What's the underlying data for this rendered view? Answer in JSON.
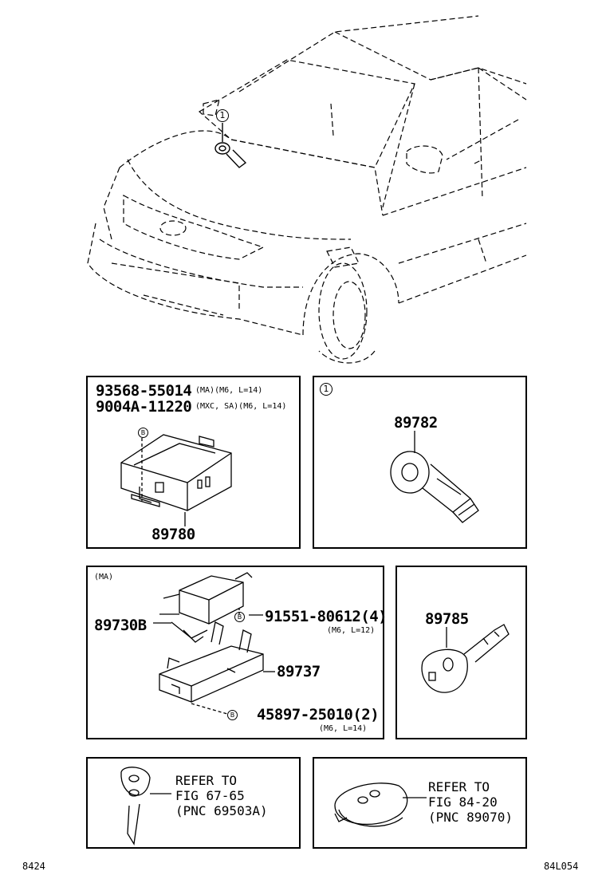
{
  "diagram": {
    "callout_1": "1",
    "box1": {
      "line1_part": "93568-55014",
      "line1_spec": "(MA)(M6, L=14)",
      "line2_part": "9004A-11220",
      "line2_spec": "(MXC, SA)(M6, L=14)",
      "bolt_symbol": "B",
      "part": "89780"
    },
    "box2": {
      "callout": "1",
      "part": "89782"
    },
    "box3": {
      "variant": "(MA)",
      "part_a": "89730B",
      "bolt_a": "91551-80612(4)",
      "bolt_a_spec": "(M6, L=12)",
      "part_b": "89737",
      "bolt_b": "45897-25010(2)",
      "bolt_b_spec": "(M6, L=14)",
      "bolt_symbol": "B"
    },
    "box4": {
      "part": "89785"
    },
    "box5": {
      "refer": "REFER TO\nFIG 67-65\n(PNC 69503A)"
    },
    "box6": {
      "refer": "REFER TO\nFIG 84-20\n(PNC 89070)"
    },
    "footer_left": "8424",
    "footer_right": "84L054"
  }
}
